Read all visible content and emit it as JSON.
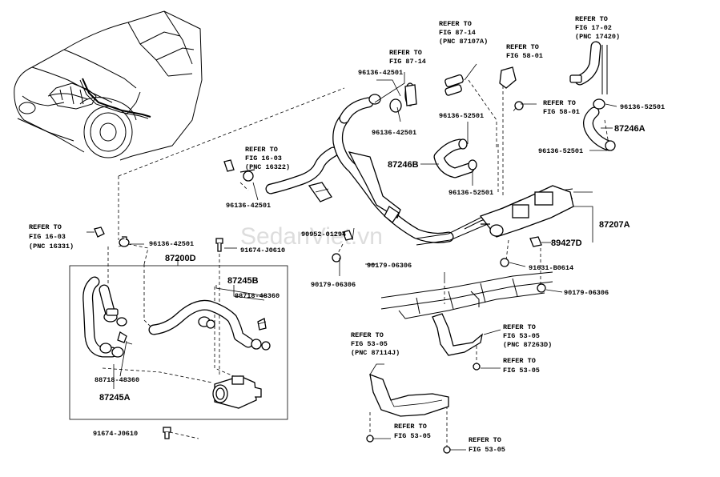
{
  "watermark": "SedanViet.vn",
  "labels": {
    "ref_fig_16_03_pnc_16331": [
      "REFER TO",
      "FIG 16-03",
      "(PNC 16331)"
    ],
    "ref_fig_16_03_pnc_16322": [
      "REFER TO",
      "FIG 16-03",
      "(PNC 16322)"
    ],
    "ref_fig_87_14": [
      "REFER TO",
      "FIG 87-14"
    ],
    "ref_fig_87_14_pnc_87107a": [
      "REFER TO",
      "FIG 87-14",
      "(PNC 87107A)"
    ],
    "ref_fig_58_01_top": [
      "REFER TO",
      "FIG 58-01"
    ],
    "ref_fig_58_01_mid": [
      "REFER TO",
      "FIG 58-01"
    ],
    "ref_fig_17_02_pnc_17420": [
      "REFER TO",
      "FIG 17-02",
      "(PNC 17420)"
    ],
    "ref_fig_53_05_pnc_87263d": [
      "REFER TO",
      "FIG 53-05",
      "(PNC 87263D)"
    ],
    "ref_fig_53_05_pnc_87114j": [
      "REFER TO",
      "FIG 53-05",
      "(PNC 87114J)"
    ],
    "ref_fig_53_05_a": [
      "REFER TO",
      "FIG 53-05"
    ],
    "ref_fig_53_05_b": [
      "REFER TO",
      "FIG 53-05"
    ],
    "ref_fig_53_05_c": [
      "REFER TO",
      "FIG 53-05"
    ],
    "p_96136_42501_a": "96136-42501",
    "p_96136_42501_b": "96136-42501",
    "p_96136_42501_c": "96136-42501",
    "p_96136_42501_d": "96136-42501",
    "p_96136_52501_a": "96136-52501",
    "p_96136_52501_b": "96136-52501",
    "p_96136_52501_c": "96136-52501",
    "p_96136_52501_d": "96136-52501",
    "p_87246a": "87246A",
    "p_87246b": "87246B",
    "p_87207a": "87207A",
    "p_89427d": "89427D",
    "p_91631_b0614": "91631-B0614",
    "p_90179_06306_a": "90179-06306",
    "p_90179_06306_b": "90179-06306",
    "p_90179_06306_c": "90179-06306",
    "p_90952_01294": "90952-01294",
    "p_91674_j0610_a": "91674-J0610",
    "p_91674_j0610_b": "91674-J0610",
    "p_87200d": "87200D",
    "p_87245b": "87245B",
    "p_87245a": "87245A",
    "p_88718_48360_a": "88718-48360",
    "p_88718_48360_b": "88718-48360"
  }
}
